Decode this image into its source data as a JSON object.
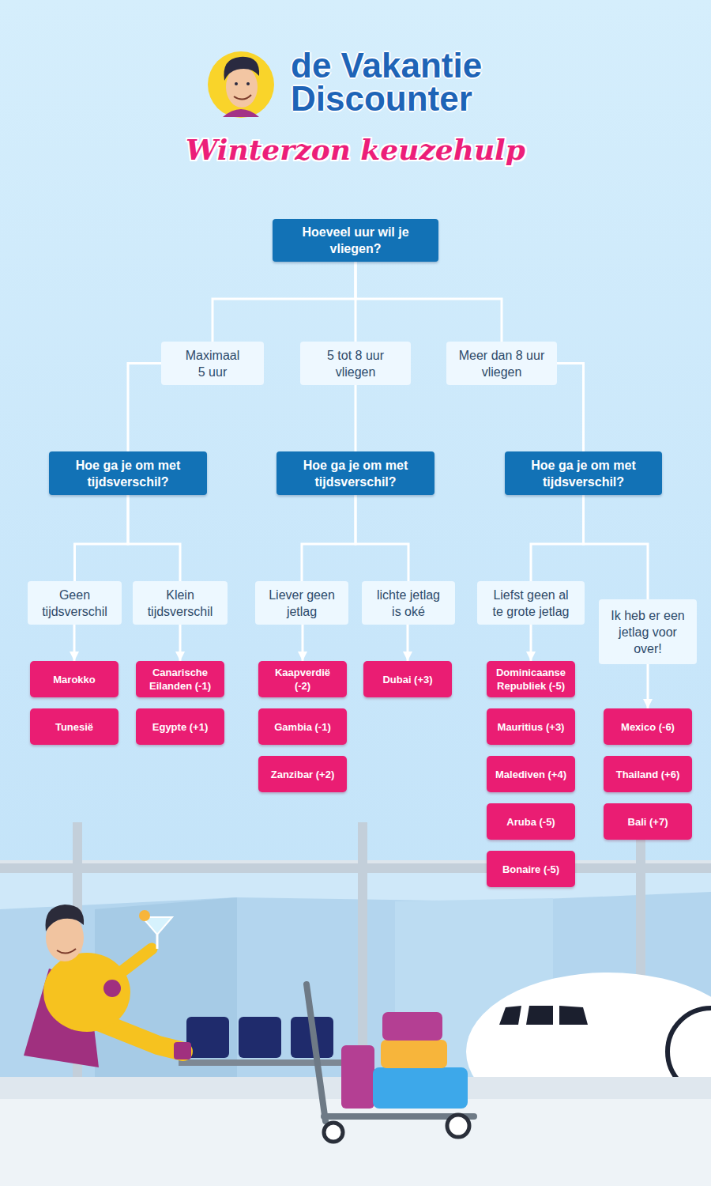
{
  "diagram": {
    "title": "Winterzon keuzehulp",
    "nodes": [
      {
        "text": [
          "Hoeveel uur wil je vliegen?"
        ]
      },
      {
        "text": [
          "Maximaal 5 uur"
        ]
      },
      {
        "text": [
          "5 tot 8 uur vliegen"
        ]
      },
      {
        "text": [
          "Meer dan 8 uur vliegen"
        ]
      },
      {
        "text": [
          "Hoe ga je om met tijdsverschil?"
        ]
      },
      {
        "text": [
          "Hoe ga je om met tijdsverschil?"
        ]
      },
      {
        "text": [
          "Hoe ga je om met tijdsverschil?"
        ]
      },
      {
        "text": [
          "Geen tijdsverschil"
        ]
      },
      {
        "text": [
          "Klein tijdsverschil"
        ]
      },
      {
        "text": [
          "Liever geen jetlag"
        ]
      },
      {
        "text": [
          "lichte jetlag is oké"
        ]
      },
      {
        "text": [
          "Liefst geen al te grote jetlag"
        ]
      },
      {
        "text": [
          "Ik heb er een jetlag voor over!"
        ]
      },
      {
        "text": [
          "Marokko"
        ]
      },
      {
        "text": [
          "Tunesië"
        ]
      },
      {
        "text": [
          "Canarische Eilanden (-1)"
        ]
      },
      {
        "text": [
          "Egypte (+1)"
        ]
      },
      {
        "text": [
          "Kaapverdië (-2)"
        ]
      },
      {
        "text": [
          "Gambia (-1)"
        ]
      },
      {
        "text": [
          "Zanzibar (+2)"
        ]
      },
      {
        "text": [
          "Dubai (+3)"
        ]
      },
      {
        "text": [
          "Dominicaanse Republiek (-5)"
        ]
      },
      {
        "text": [
          "Mauritius (+3)"
        ]
      },
      {
        "text": [
          "Malediven (+4)"
        ]
      },
      {
        "text": [
          "Aruba (-5)"
        ]
      },
      {
        "text": [
          "Bonaire (-5)"
        ]
      },
      {
        "text": [
          "Mexico (-6)"
        ]
      },
      {
        "text": [
          "Thailand (+6)"
        ]
      },
      {
        "text": [
          "Bali (+7)"
        ]
      }
    ],
    "edges": [
      {
        "from": 0,
        "to": 1,
        "arrow": "none"
      },
      {
        "from": 0,
        "to": 2,
        "arrow": "none"
      },
      {
        "from": 0,
        "to": 3,
        "arrow": "none"
      },
      {
        "from": 1,
        "to": 4,
        "arrow": "none"
      },
      {
        "from": 2,
        "to": 5,
        "arrow": "none"
      },
      {
        "from": 3,
        "to": 6,
        "arrow": "none"
      },
      {
        "from": 4,
        "to": 7,
        "arrow": "none"
      },
      {
        "from": 4,
        "to": 8,
        "arrow": "none"
      },
      {
        "from": 5,
        "to": 9,
        "arrow": "none"
      },
      {
        "from": 5,
        "to": 10,
        "arrow": "none"
      },
      {
        "from": 6,
        "to": 11,
        "arrow": "none"
      },
      {
        "from": 6,
        "to": 12,
        "arrow": "none"
      },
      {
        "from": 7,
        "to": 13,
        "arrow": "to"
      },
      {
        "from": 8,
        "to": 15,
        "arrow": "to"
      },
      {
        "from": 9,
        "to": 17,
        "arrow": "to"
      },
      {
        "from": 10,
        "to": 20,
        "arrow": "to"
      },
      {
        "from": 11,
        "to": 21,
        "arrow": "to"
      },
      {
        "from": 12,
        "to": 26,
        "arrow": "to"
      }
    ],
    "labels": [
      "de Vakantie Discounter"
    ]
  }
}
